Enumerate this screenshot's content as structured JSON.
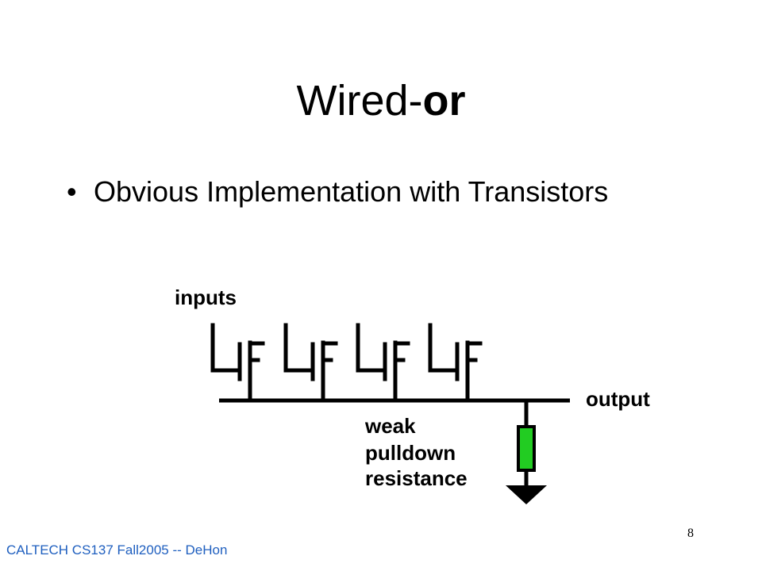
{
  "slide": {
    "title_prefix": "Wired-",
    "title_bold": "or",
    "bullets": [
      {
        "text": "Obvious Implementation with Transistors"
      }
    ]
  },
  "diagram": {
    "inputs_label": "inputs",
    "output_label": "output",
    "pulldown_label_lines": [
      "weak",
      "pulldown",
      "resistance"
    ],
    "transistor_count": 4,
    "resistor_color": "#22cc22"
  },
  "footer": {
    "text": "CALTECH CS137 Fall2005 -- DeHon",
    "page_number": "8",
    "text_color": "#1f5fbf"
  }
}
